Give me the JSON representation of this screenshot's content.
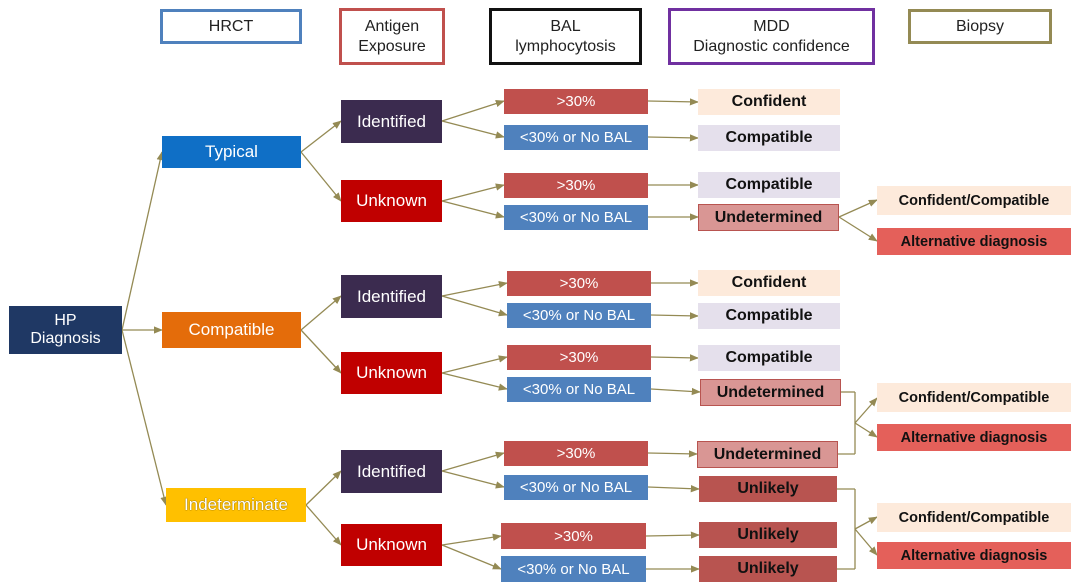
{
  "headers": {
    "hrct": "HRCT",
    "antigen": "Antigen\nExposure",
    "bal": "BAL\nlymphocytosis",
    "mdd": "MDD\nDiagnostic confidence",
    "biopsy": "Biopsy"
  },
  "root": "HP\nDiagnosis",
  "hrct": {
    "typical": "Typical",
    "compatible": "Compatible",
    "indeterminate": "Indeterminate"
  },
  "exposure": {
    "identified": "Identified",
    "unknown": "Unknown"
  },
  "bal": {
    "high": ">30%",
    "low": "<30% or No BAL"
  },
  "mdd": {
    "confident": "Confident",
    "compatible": "Compatible",
    "undetermined": "Undetermined",
    "unlikely": "Unlikely"
  },
  "biopsy": {
    "confident_compatible": "Confident/Compatible",
    "alternative": "Alternative diagnosis"
  },
  "colors": {
    "navy": "#1f3864",
    "typical": "#0f6fc6",
    "compatible": "#e46c0a",
    "indeterminate": "#ffc000",
    "identified": "#3b2b4f",
    "unknown": "#c00000",
    "bal_high": "#c0504d",
    "bal_low": "#4f81bd",
    "confident": "#fdeadb",
    "compatible_mdd": "#e5e0ec",
    "undetermined": "#d99694",
    "unlikely": "#b85450",
    "biopsy_cc": "#fdeadb",
    "biopsy_alt": "#e4605a",
    "arrow": "#948a54"
  }
}
